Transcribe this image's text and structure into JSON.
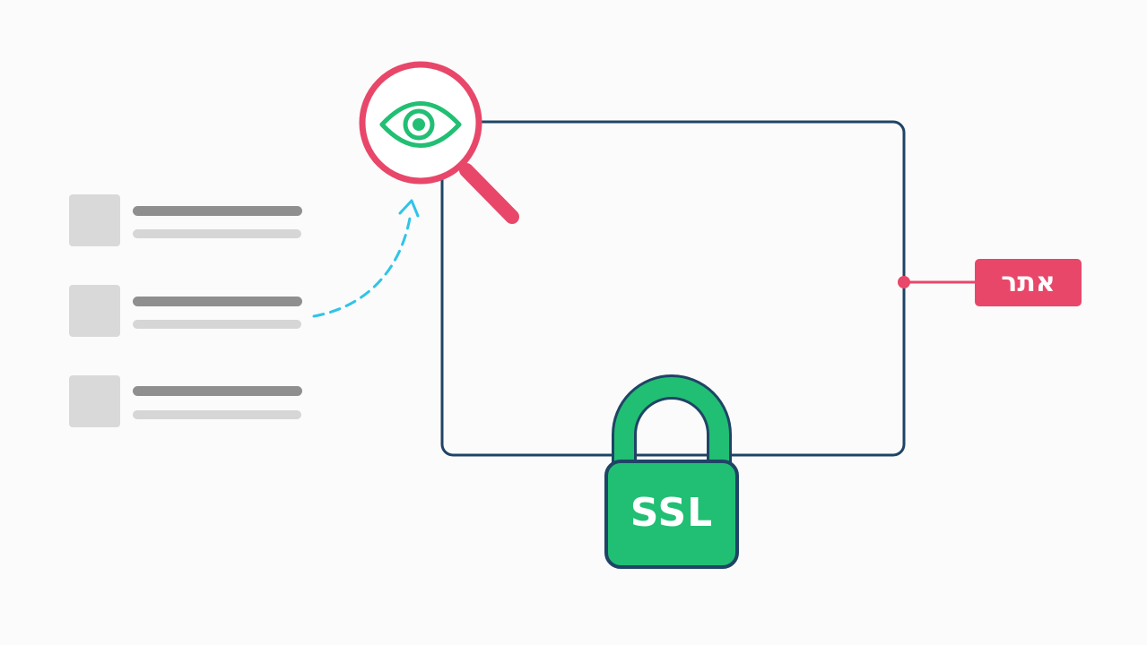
{
  "diagram": {
    "site_label": "אתר",
    "lock_label": "SSL",
    "list_item_count": 3,
    "icons": {
      "magnifier": "magnifier-icon",
      "eye": "eye-icon",
      "lock": "lock-icon"
    },
    "colors": {
      "background": "#fbfbfb",
      "frame": "#1f4466",
      "accent_red": "#e8476a",
      "accent_green": "#21bf73",
      "arrow": "#2fc4e8",
      "placeholder_dark": "#8f8f8f",
      "placeholder_light": "#d6d6d6",
      "thumbnail": "#d9d9d9"
    }
  }
}
